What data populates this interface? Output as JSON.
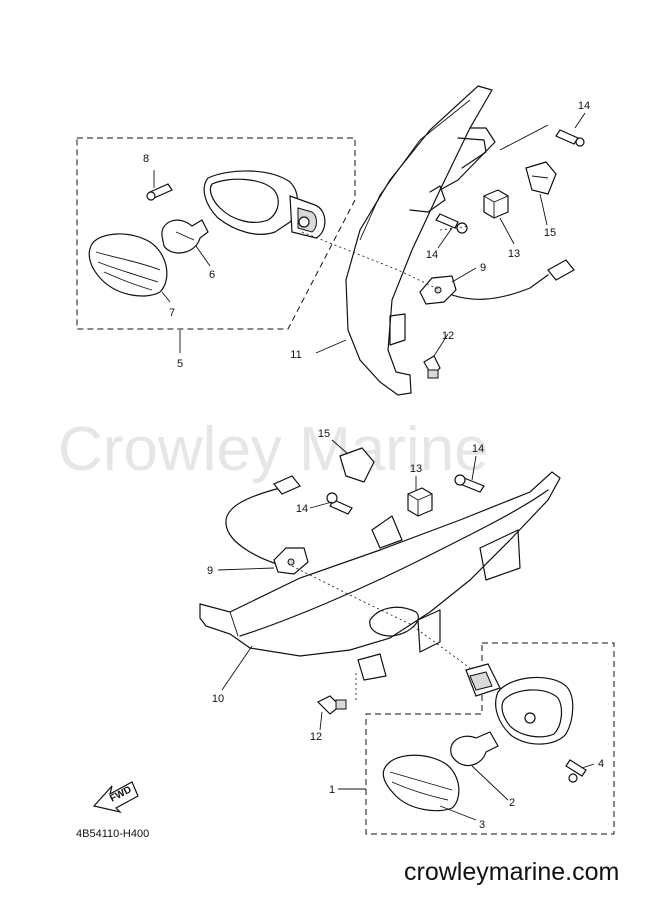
{
  "watermark": "Crowley Marine",
  "footer_url": "crowleymarine.com",
  "diagram_code": "4B54110-H400",
  "fwd_label": "FWD",
  "callouts": {
    "top": {
      "c8": "8",
      "c6": "6",
      "c7": "7",
      "c5": "5",
      "c11": "11",
      "c14a": "14",
      "c14b": "14",
      "c13": "13",
      "c15": "15",
      "c9": "9",
      "c12": "12"
    },
    "bottom": {
      "c15": "15",
      "c13": "13",
      "c14a": "14",
      "c14b": "14",
      "c9": "9",
      "c10": "10",
      "c12": "12",
      "c1": "1",
      "c2": "2",
      "c3": "3",
      "c4": "4"
    }
  }
}
